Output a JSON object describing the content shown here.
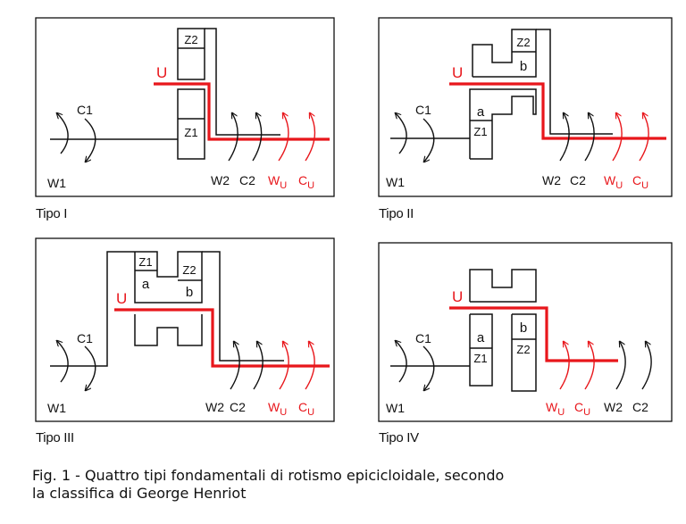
{
  "colors": {
    "black": "#111111",
    "red": "#e8161b"
  },
  "panels": [
    {
      "label": "Tipo I",
      "labels": {
        "U": "U",
        "c1": "C1",
        "w1": "W1",
        "z1": "Z1",
        "z2": "Z2",
        "w2": "W2",
        "c2": "C2",
        "wu": "W",
        "wu_sub": "U",
        "cu": "C",
        "cu_sub": "U"
      }
    },
    {
      "label": "Tipo II",
      "labels": {
        "U": "U",
        "c1": "C1",
        "w1": "W1",
        "z1": "Z1",
        "z2": "Z2",
        "a": "a",
        "b": "b",
        "w2": "W2",
        "c2": "C2",
        "wu": "W",
        "wu_sub": "U",
        "cu": "C",
        "cu_sub": "U"
      }
    },
    {
      "label": "Tipo III",
      "labels": {
        "U": "U",
        "c1": "C1",
        "w1": "W1",
        "z1": "Z1",
        "z2": "Z2",
        "a": "a",
        "b": "b",
        "w2": "W2",
        "c2": "C2",
        "wu": "W",
        "wu_sub": "U",
        "cu": "C",
        "cu_sub": "U"
      }
    },
    {
      "label": "Tipo IV",
      "labels": {
        "U": "U",
        "c1": "C1",
        "w1": "W1",
        "z1": "Z1",
        "z2": "Z2",
        "a": "a",
        "b": "b",
        "w2": "W2",
        "c2": "C2",
        "wu": "W",
        "wu_sub": "U",
        "cu": "C",
        "cu_sub": "U"
      }
    }
  ],
  "caption": {
    "line1": "Fig. 1 - Quattro tipi fondamentali di rotismo epicicloidale, secondo",
    "line2": "la classifica di George Henriot"
  }
}
